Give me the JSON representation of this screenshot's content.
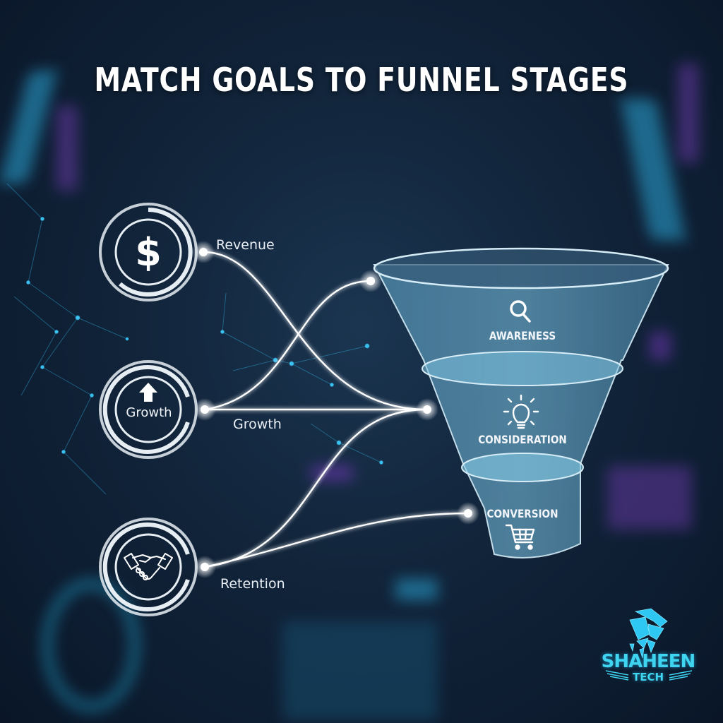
{
  "title": "MATCH GOALS TO FUNNEL STAGES",
  "goals": [
    {
      "id": "revenue",
      "icon": "dollar-icon",
      "label": "Revenue",
      "inner_label": ""
    },
    {
      "id": "growth",
      "icon": "arrow-up-icon",
      "label": "Growth",
      "inner_label": "Growth"
    },
    {
      "id": "retention",
      "icon": "handshake-icon",
      "label": "Retention",
      "inner_label": ""
    }
  ],
  "stages": [
    {
      "id": "awareness",
      "icon": "magnifier-icon",
      "label": "AWARENESS"
    },
    {
      "id": "consideration",
      "icon": "lightbulb-icon",
      "label": "CONSIDERATION"
    },
    {
      "id": "conversion",
      "icon": "shopping-cart-icon",
      "label": "CONVERSION"
    }
  ],
  "connections": [
    {
      "from": "revenue",
      "to": "consideration"
    },
    {
      "from": "growth",
      "to": "awareness"
    },
    {
      "from": "growth",
      "to": "consideration"
    },
    {
      "from": "retention",
      "to": "consideration"
    },
    {
      "from": "retention",
      "to": "conversion"
    }
  ],
  "logo": {
    "line1": "SHAHEEN",
    "line2": "TECH"
  },
  "colors": {
    "background": "#0f2136",
    "accent": "#3fd4f0",
    "funnel": "#6fb2d4",
    "line": "#ffffff"
  }
}
